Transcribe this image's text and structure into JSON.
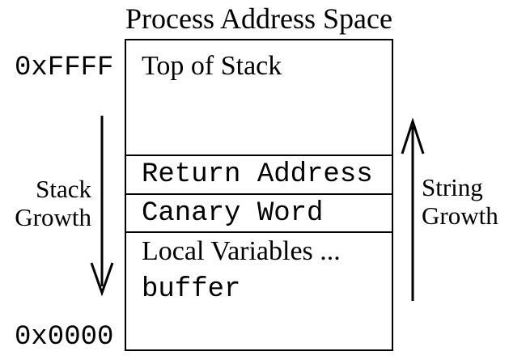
{
  "title": "Process Address Space",
  "addresses": {
    "top": "0xFFFF",
    "bottom": "0x0000"
  },
  "box": {
    "sections": {
      "top_of_stack": "Top of Stack",
      "return_address": "Return Address",
      "canary_word": "Canary Word",
      "local_variables": "Local Variables ...",
      "buffer": "buffer"
    }
  },
  "annotations": {
    "stack_growth": {
      "line1": "Stack",
      "line2": "Growth",
      "direction": "down"
    },
    "string_growth": {
      "line1": "String",
      "line2": "Growth",
      "direction": "up"
    }
  },
  "colors": {
    "background": "#ffffff",
    "foreground": "#000000"
  }
}
